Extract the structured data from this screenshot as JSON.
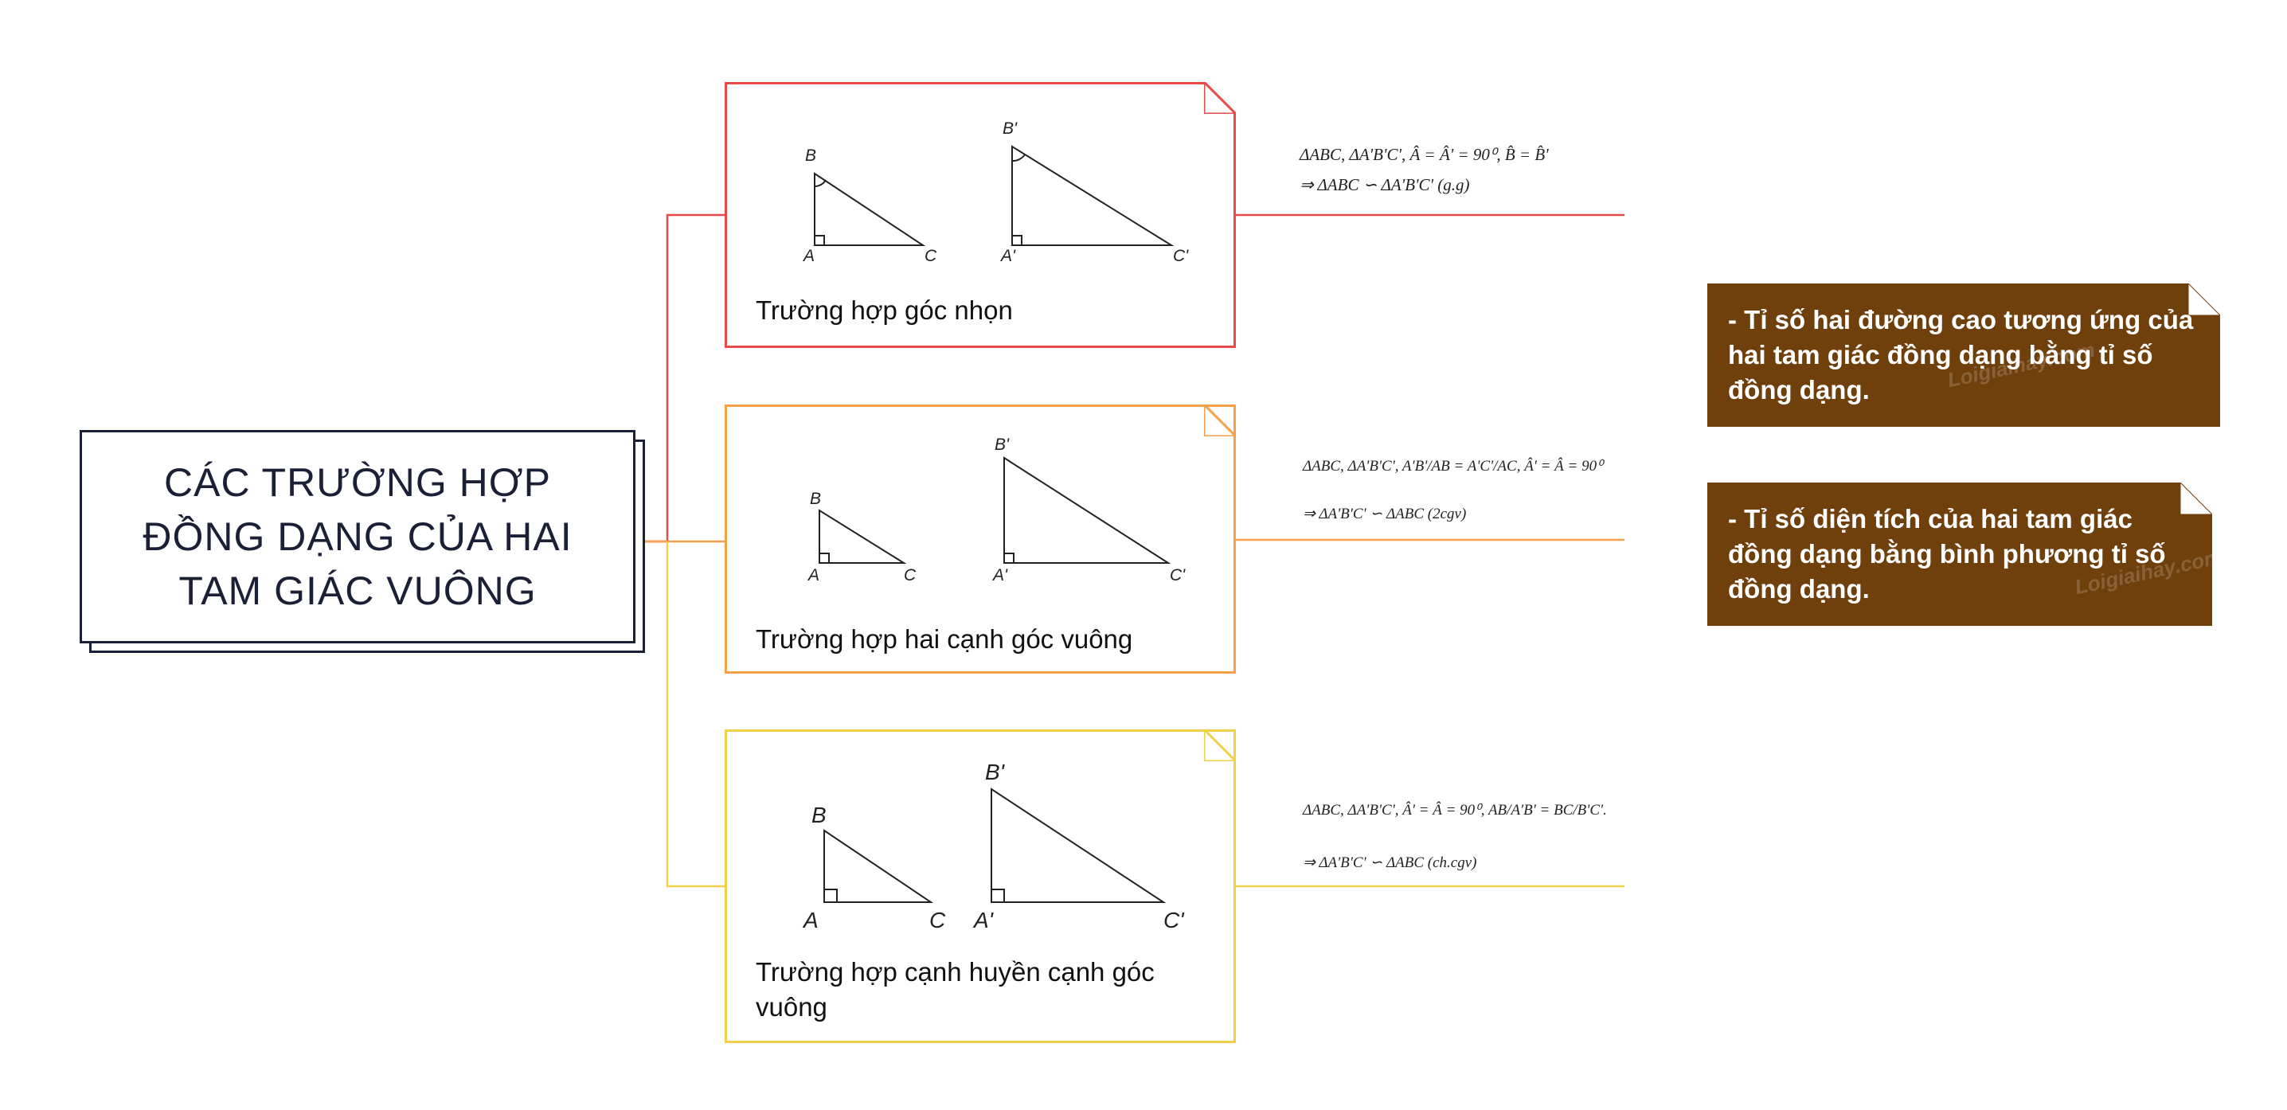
{
  "root": {
    "title": "CÁC TRƯỜNG HỢP\nĐỒNG DẠNG CỦA HAI\nTAM GIÁC VUÔNG"
  },
  "colors": {
    "red": "#e84a4a",
    "orange": "#f5a04a",
    "yellow": "#f2d14a",
    "dark": "#1c2036",
    "note_bg": "#6f3f0c"
  },
  "branches": [
    {
      "title": "Trường hợp góc nhọn",
      "labels": {
        "B": "B",
        "A": "A",
        "C": "C",
        "B2": "B'",
        "A2": "A'",
        "C2": "C'"
      },
      "formula_line1": "ΔABC, ΔA'B'C', Â = Â' = 90⁰, B̂ = B̂'",
      "formula_line2": "⇒ ΔABC ∽ ΔA'B'C' (g.g)"
    },
    {
      "title": "Trường hợp hai cạnh góc vuông",
      "labels": {
        "B": "B",
        "A": "A",
        "C": "C",
        "B2": "B'",
        "A2": "A'",
        "C2": "C'"
      },
      "formula_line1": "ΔABC, ΔA'B'C', A'B'/AB = A'C'/AC, Â' = Â = 90⁰",
      "formula_line2": "⇒ ΔA'B'C' ∽ ΔABC  (2cgv)"
    },
    {
      "title": "Trường hợp cạnh huyền cạnh góc vuông",
      "labels": {
        "B": "B",
        "A": "A",
        "C": "C",
        "B2": "B'",
        "A2": "A'",
        "C2": "C'"
      },
      "formula_line1": "ΔABC, ΔA'B'C', Â' = Â = 90⁰, AB/A'B' = BC/B'C'.",
      "formula_line2": "⇒ ΔA'B'C' ∽ ΔABC  (ch.cgv)"
    }
  ],
  "notes": [
    {
      "text": "- Tỉ số hai đường cao tương ứng của hai tam giác đồng dạng bằng tỉ số đồng dạng."
    },
    {
      "text": "- Tỉ số diện tích của hai tam giác đồng dạng bằng bình phương tỉ số đồng dạng."
    }
  ],
  "watermarks": [
    "Loigiaihay.com",
    "Loigiaihay.com"
  ]
}
